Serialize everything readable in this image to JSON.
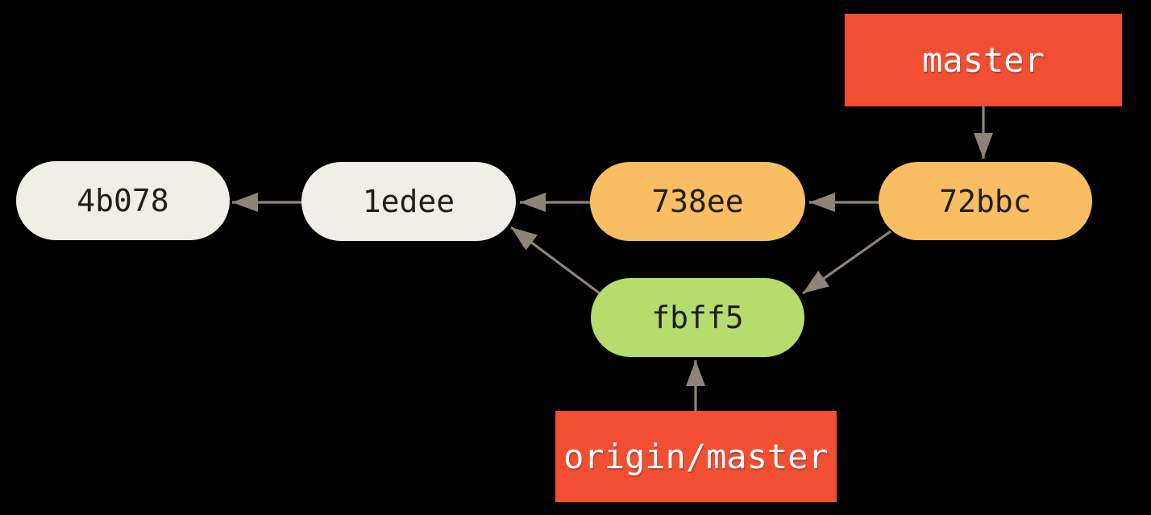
{
  "diagram": {
    "type": "git-commit-graph",
    "background_color": "#000000",
    "colors": {
      "commit_default_fill": "#f0efe7",
      "commit_branch_fill": "#f9be61",
      "commit_remote_fill": "#b6dc6e",
      "ref_label_bg": "#f14e32",
      "ref_label_text": "#ffffff",
      "commit_text": "#201e1b",
      "arrow": "#8d8579"
    },
    "commits": [
      {
        "id": "4b078",
        "label": "4b078",
        "fill": "#f0efe7"
      },
      {
        "id": "1edee",
        "label": "1edee",
        "fill": "#f0efe7"
      },
      {
        "id": "738ee",
        "label": "738ee",
        "fill": "#f9be61"
      },
      {
        "id": "72bbc",
        "label": "72bbc",
        "fill": "#f9be61"
      },
      {
        "id": "fbff5",
        "label": "fbff5",
        "fill": "#b6dc6e"
      }
    ],
    "refs": [
      {
        "id": "master",
        "label": "master",
        "points_to": "72bbc"
      },
      {
        "id": "origin-master",
        "label": "origin/master",
        "points_to": "fbff5"
      }
    ],
    "edges": [
      {
        "from": "master",
        "to": "72bbc",
        "kind": "ref-pointer"
      },
      {
        "from": "72bbc",
        "to": "738ee",
        "kind": "parent"
      },
      {
        "from": "738ee",
        "to": "1edee",
        "kind": "parent"
      },
      {
        "from": "1edee",
        "to": "4b078",
        "kind": "parent"
      },
      {
        "from": "72bbc",
        "to": "fbff5",
        "kind": "parent"
      },
      {
        "from": "fbff5",
        "to": "1edee",
        "kind": "parent"
      },
      {
        "from": "origin-master",
        "to": "fbff5",
        "kind": "ref-pointer"
      }
    ]
  }
}
